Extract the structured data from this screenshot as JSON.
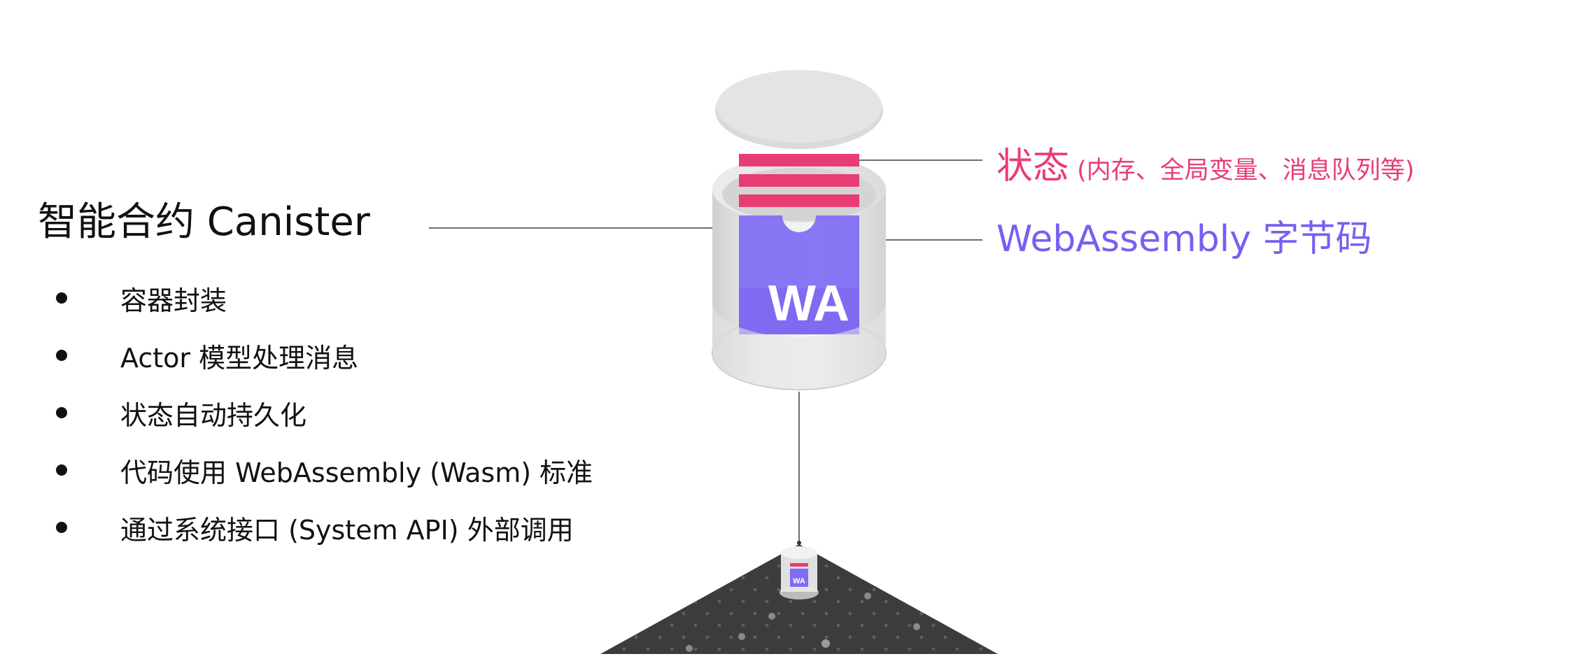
{
  "title": "智能合约 Canister",
  "bullets": [
    "容器封装",
    "Actor 模型处理消息",
    "状态自动持久化",
    "代码使用 WebAssembly (Wasm) 标准",
    "通过系统接口 (System API) 外部调用"
  ],
  "labels": {
    "state_main": "状态",
    "state_detail": " (内存、全局变量、消息队列等)",
    "bytecode": "WebAssembly 字节码"
  },
  "canister_badge": "WA",
  "mini_badge": "WA",
  "colors": {
    "state": "#e83d73",
    "bytecode": "#7a5ef2",
    "cylinder": "#d9d9d9",
    "platform": "#3a3a3a"
  }
}
